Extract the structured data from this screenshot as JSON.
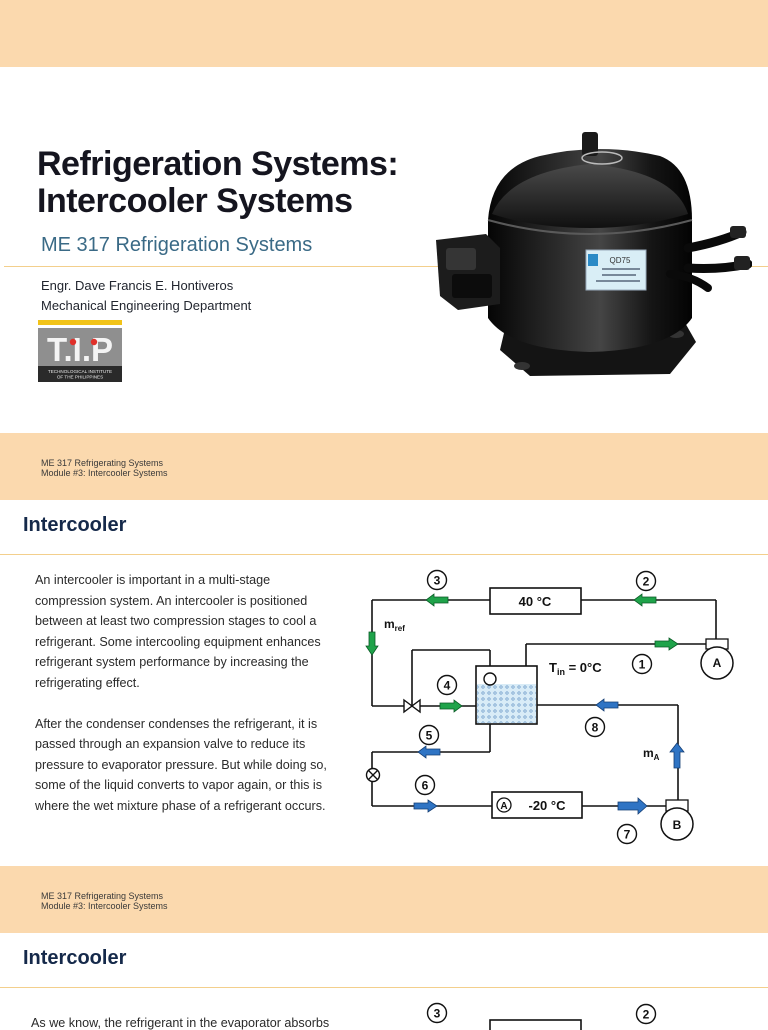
{
  "slide1": {
    "title_line1": "Refrigeration Systems:",
    "title_line2": "Intercooler Systems",
    "subtitle": "ME 317 Refrigeration Systems",
    "author": "Engr. Dave Francis E. Hontiveros",
    "department": "Mechanical Engineering Department",
    "logo": {
      "letters": "T.I.P",
      "caption_line1": "TECHNOLOGICAL INSTITUTE",
      "caption_line2": "OF THE PHILIPPINES"
    },
    "compressor_label": "QD75"
  },
  "footer": {
    "course": "ME 317 Refrigerating Systems",
    "module": "Module #3: Intercooler Systems"
  },
  "slide2": {
    "heading": "Intercooler",
    "paragraph1": "An intercooler is important in a multi-stage compression system. An intercooler is positioned between at least two compression stages to cool a refrigerant. Some intercooling equipment enhances refrigerant system performance by increasing the refrigerating effect.",
    "paragraph2": " After the condenser condenses the refrigerant, it is passed through an expansion valve to reduce its pressure to evaporator pressure. But while doing so, some of the liquid converts to vapor again, or this is where the wet mixture phase of a refrigerant occurs."
  },
  "diagram": {
    "condenser_label": "40 °C",
    "evaporator_label": "-20 °C",
    "evaporator_tag": "A",
    "tank_temp_main": "T",
    "tank_temp_sub": "in",
    "tank_temp_rest": " = 0°C",
    "m_ref_main": "m",
    "m_ref_sub": "ref",
    "m_a_main": "m",
    "m_a_sub": "A",
    "compressor_a": "A",
    "compressor_b": "B",
    "states": [
      "1",
      "2",
      "3",
      "4",
      "5",
      "6",
      "7",
      "8"
    ]
  },
  "slide3": {
    "heading": "Intercooler",
    "text_start": "As we know, the refrigerant in the evaporator absorbs"
  },
  "colors": {
    "band": "#fbd9ae",
    "green_arrow": "#1fa34a",
    "blue_arrow": "#2f74c4",
    "navy_heading": "#15294a",
    "subtitle": "#3a6a86"
  }
}
